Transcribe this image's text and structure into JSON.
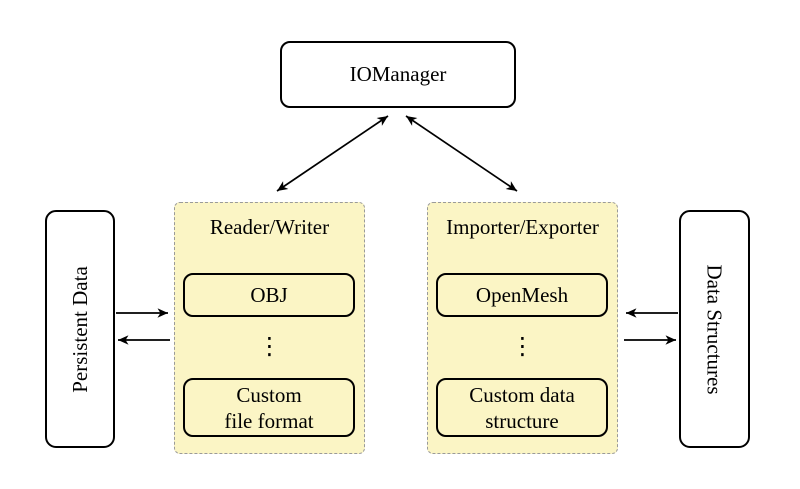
{
  "colors": {
    "background": "#ffffff",
    "group_fill": "#fbf5c5",
    "group_border": "#9a9a9a",
    "node_fill": "#ffffff",
    "node_border": "#000000",
    "text": "#000000"
  },
  "nodes": {
    "iomanager": "IOManager",
    "persistent_data": "Persistent Data",
    "data_structures": "Data Structures"
  },
  "groups": {
    "reader_writer": {
      "title": "Reader/Writer",
      "top_item": "OBJ",
      "ellipsis": "⋮",
      "bottom_item": [
        "Custom",
        "file format"
      ]
    },
    "importer_exporter": {
      "title": "Importer/Exporter",
      "top_item": "OpenMesh",
      "ellipsis": "⋮",
      "bottom_item": [
        "Custom data",
        "structure"
      ]
    }
  }
}
